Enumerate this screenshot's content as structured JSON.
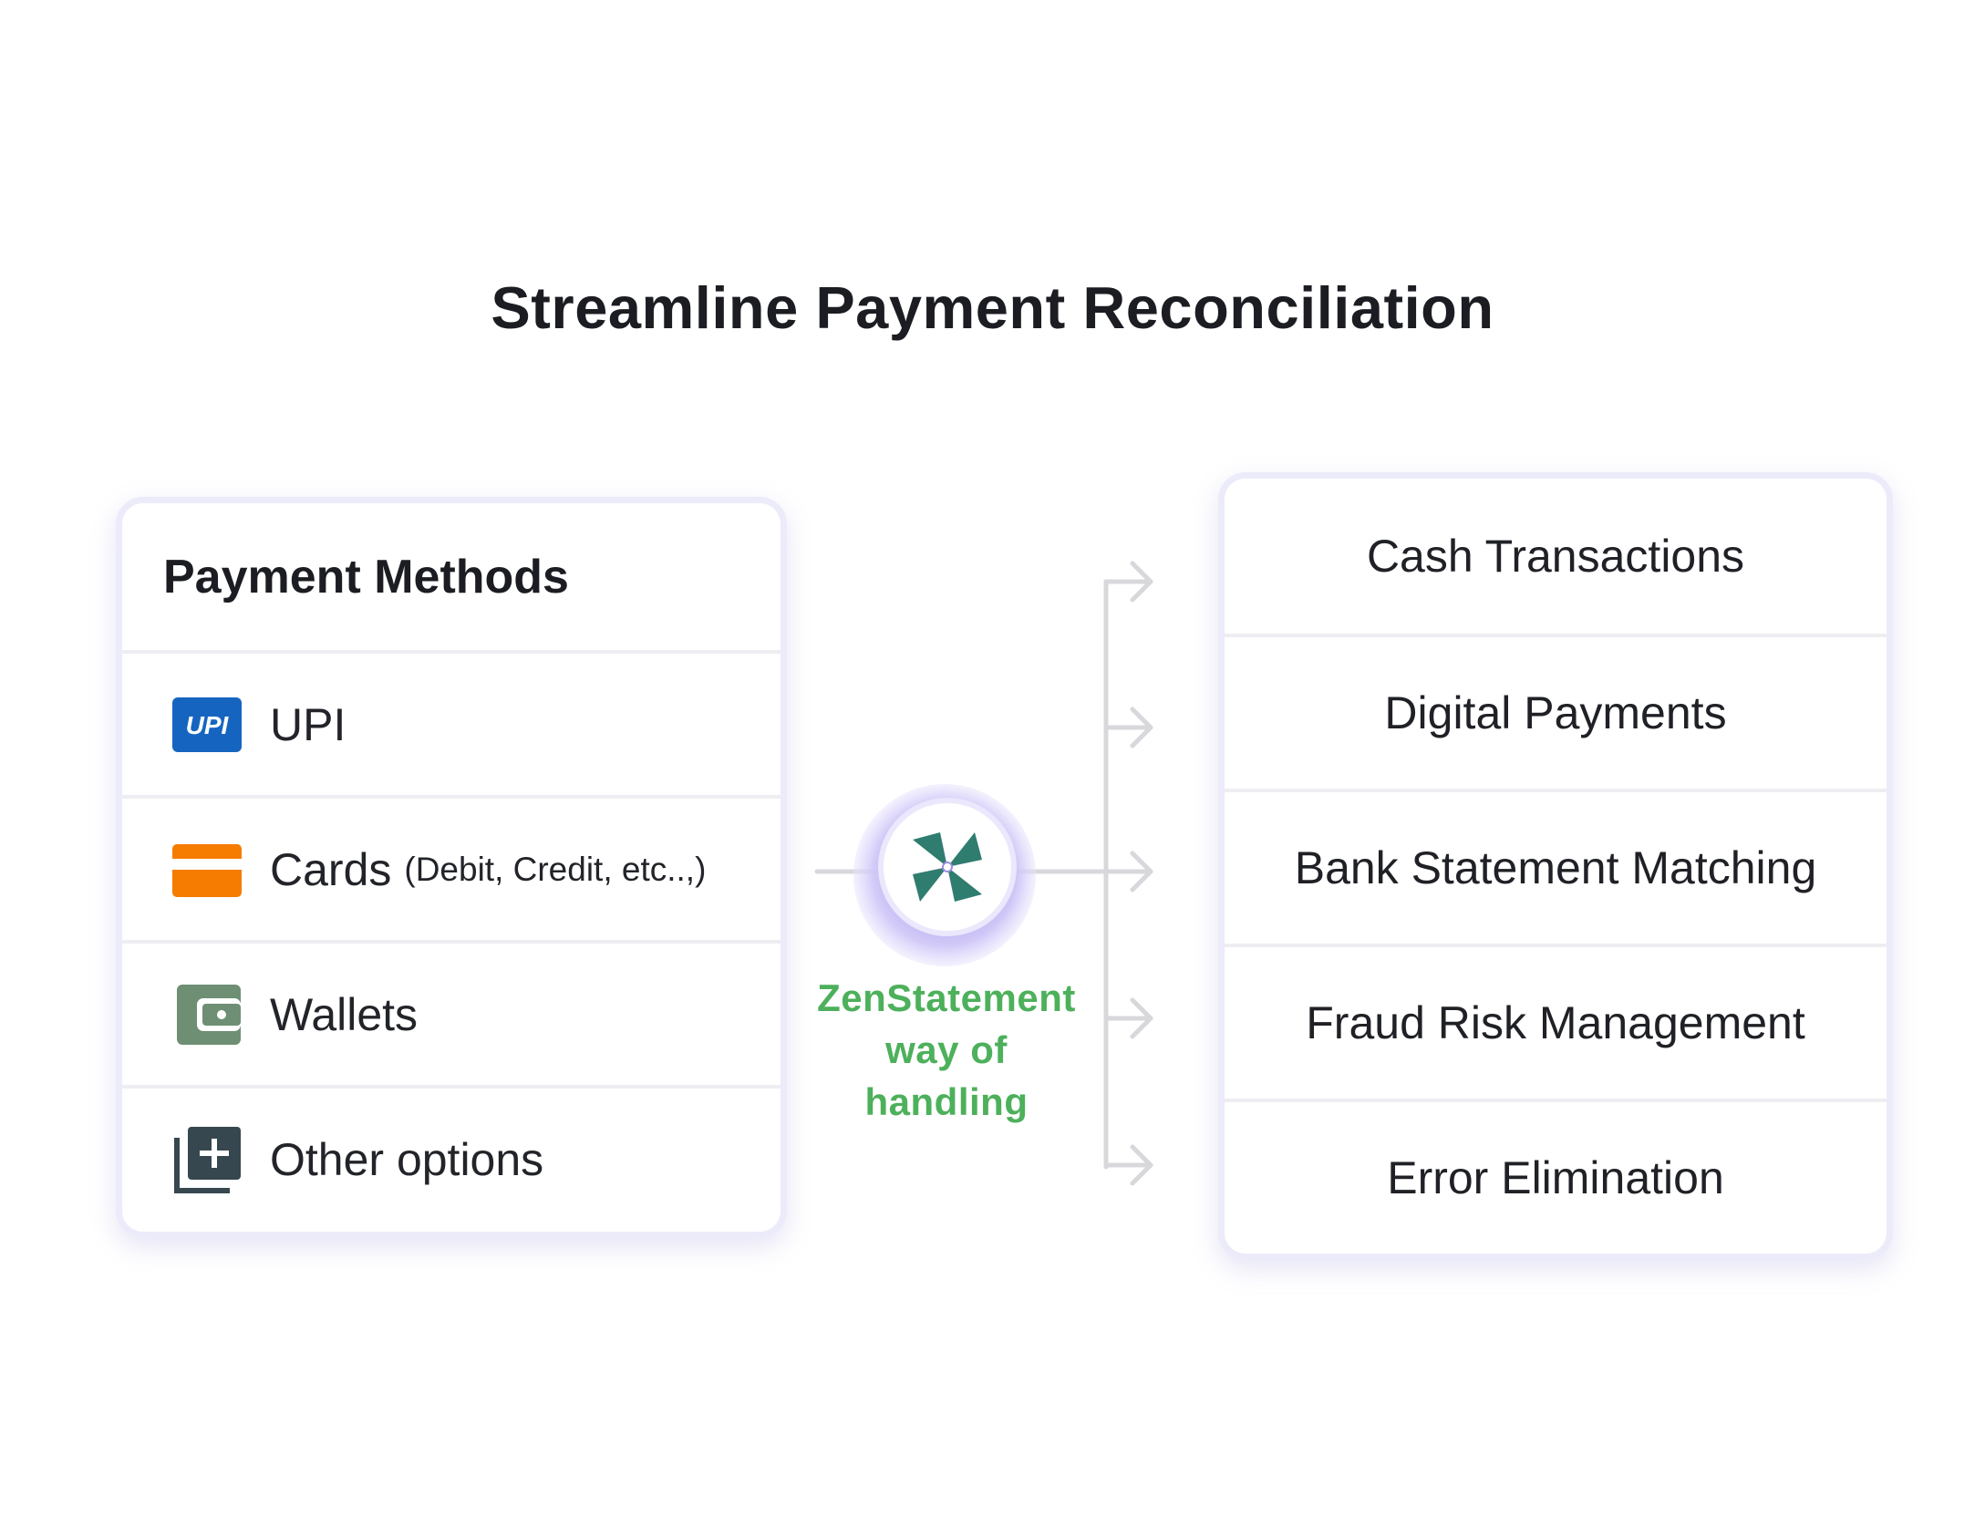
{
  "title": "Streamline Payment Reconciliation",
  "payment_methods": {
    "header": "Payment Methods",
    "items": [
      {
        "label": "UPI",
        "sublabel": "",
        "icon": "upi-logo-icon",
        "icon_text": "UPI",
        "icon_color": "#1565c0"
      },
      {
        "label": "Cards",
        "sublabel": "(Debit, Credit, etc..,)",
        "icon": "credit-card-icon",
        "icon_color": "#f57c00"
      },
      {
        "label": "Wallets",
        "sublabel": "",
        "icon": "wallet-icon",
        "icon_color": "#6e8f74"
      },
      {
        "label": "Other options",
        "sublabel": "",
        "icon": "add-library-icon",
        "icon_color": "#37474f"
      }
    ]
  },
  "hub": {
    "icon": "pinwheel-logo-icon",
    "caption_lines": [
      "ZenStatement",
      "way of",
      "handling"
    ],
    "caption_color": "#4db05b"
  },
  "outcomes": {
    "items": [
      "Cash Transactions",
      "Digital Payments",
      "Bank Statement Matching",
      "Fraud Risk Management",
      "Error Elimination"
    ]
  },
  "colors": {
    "card_border": "#ecebfa",
    "connector": "#d6d6d9"
  }
}
